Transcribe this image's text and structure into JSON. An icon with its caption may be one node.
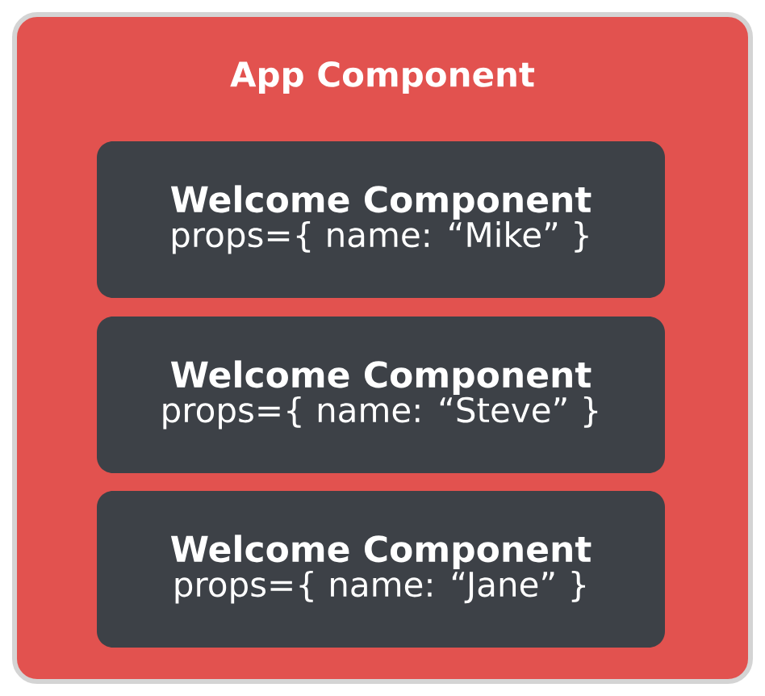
{
  "diagram": {
    "nodes": [
      {
        "text": [
          "App Component"
        ]
      },
      {
        "text": [
          "Welcome Component",
          "props={ name: “Mike” }"
        ],
        "in": 0
      },
      {
        "text": [
          "Welcome Component",
          "props={ name: “Steve” }"
        ],
        "in": 0
      },
      {
        "text": [
          "Welcome Component",
          "props={ name: “Jane” }"
        ],
        "in": 0
      }
    ]
  }
}
